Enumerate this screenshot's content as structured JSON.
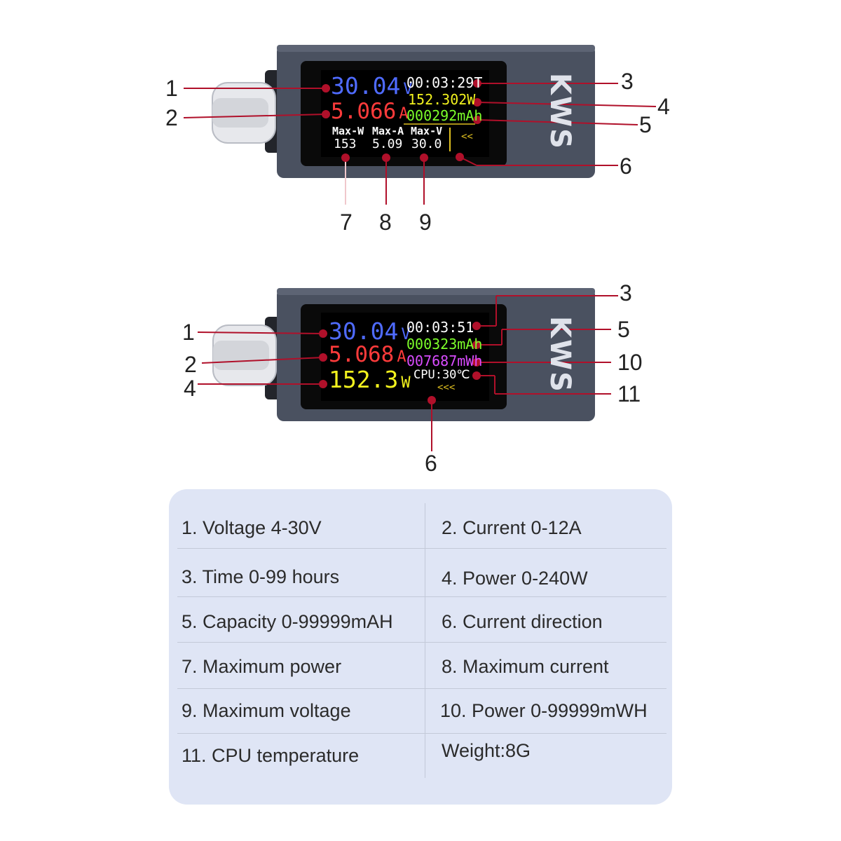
{
  "top_device": {
    "brand": "KWS",
    "screen": {
      "voltage": "30.04",
      "voltage_unit": "V",
      "current": "5.066",
      "current_unit": "A",
      "time": "00:03:29",
      "time_flag": "T",
      "power": "152.302W",
      "capacity": "000292mAh",
      "max_labels": [
        "Max-W",
        "Max-A",
        "Max-V"
      ],
      "max_values": [
        "153",
        "5.09",
        "30.0"
      ],
      "direction": "<<"
    },
    "callouts": [
      "1",
      "2",
      "3",
      "4",
      "5",
      "6",
      "7",
      "8",
      "9"
    ]
  },
  "bottom_device": {
    "brand": "KWS",
    "screen": {
      "voltage": "30.04",
      "voltage_unit": "V",
      "current": "5.068",
      "current_unit": "A",
      "power": "152.3",
      "power_unit": "W",
      "time": "00:03:51",
      "capacity": "000323mAh",
      "energy": "007687mWh",
      "cpu": "CPU:30℃",
      "direction": "<<<"
    },
    "callouts": [
      "1",
      "2",
      "4",
      "3",
      "5",
      "10",
      "11",
      "6"
    ]
  },
  "colors": {
    "voltage": "#4f6bff",
    "current": "#ff3b3b",
    "power": "#f2f21e",
    "capacity": "#7dff2a",
    "energy": "#d94cff",
    "leader": "#b0102a",
    "body": "#4a5160"
  },
  "legend": {
    "rows": [
      [
        "1. Voltage 4-30V",
        "2. Current 0-12A"
      ],
      [
        "3. Time 0-99 hours",
        "4. Power 0-240W"
      ],
      [
        "5. Capacity 0-99999mAH",
        "6. Current direction"
      ],
      [
        "7. Maximum power",
        "8. Maximum current"
      ],
      [
        "9. Maximum voltage",
        "10. Power 0-99999mWH"
      ],
      [
        "11. CPU temperature",
        "Weight:8G"
      ]
    ]
  }
}
